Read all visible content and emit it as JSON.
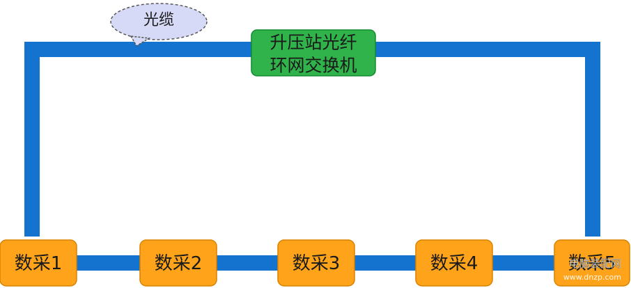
{
  "diagram": {
    "cable_label": "光缆",
    "switch": {
      "line1": "升压站光纤",
      "line2": "环网交换机"
    },
    "nodes": [
      "数采1",
      "数采2",
      "数采3",
      "数采4",
      "数采5"
    ],
    "watermark": {
      "title": "电脑装配网",
      "url": "www.dnzp.com"
    }
  },
  "colors": {
    "ring": "#1473cf",
    "node_fill": "#ffa41a",
    "node_border": "#d98200",
    "switch_fill": "#2fb34a",
    "switch_border": "#148a30",
    "callout_fill": "#d6daf7",
    "callout_border": "#555555",
    "text": "#1a1a1a"
  }
}
